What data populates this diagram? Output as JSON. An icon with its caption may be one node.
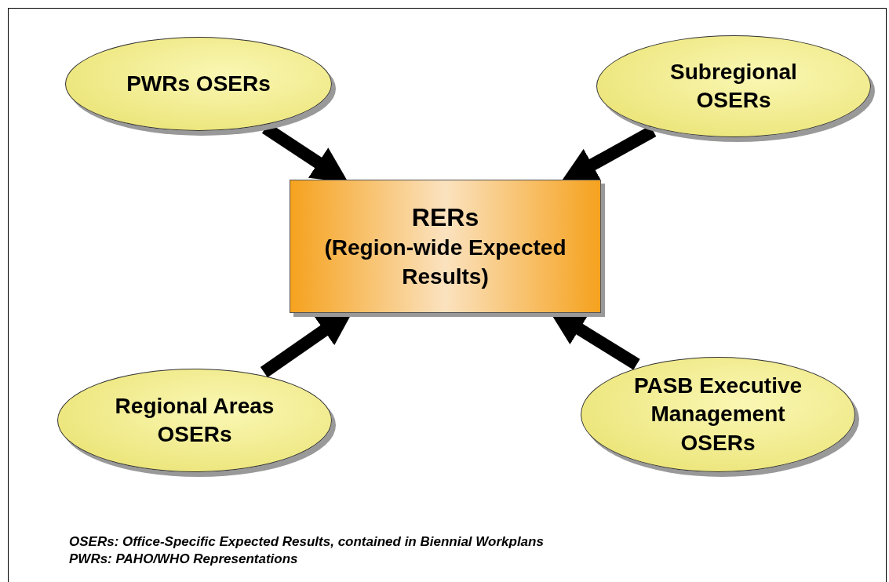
{
  "diagram": {
    "nodes": [
      {
        "text": [
          "PWRs OSERs"
        ]
      },
      {
        "text": [
          "Subregional OSERs"
        ]
      },
      {
        "text": [
          "RERs",
          "(Region-wide Expected Results)"
        ]
      },
      {
        "text": [
          "Regional Areas OSERs"
        ]
      },
      {
        "text": [
          "PASB Executive Management OSERs"
        ]
      }
    ],
    "edges": [
      {
        "from": 0,
        "to": 2,
        "arrow": "to"
      },
      {
        "from": 1,
        "to": 2,
        "arrow": "to"
      },
      {
        "from": 3,
        "to": 2,
        "arrow": "to"
      },
      {
        "from": 4,
        "to": 2,
        "arrow": "to"
      }
    ],
    "labels": [
      "OSERs: Office-Specific Expected Results, contained in Biennial Workplans",
      "PWRs: PAHO/WHO Representations"
    ]
  }
}
